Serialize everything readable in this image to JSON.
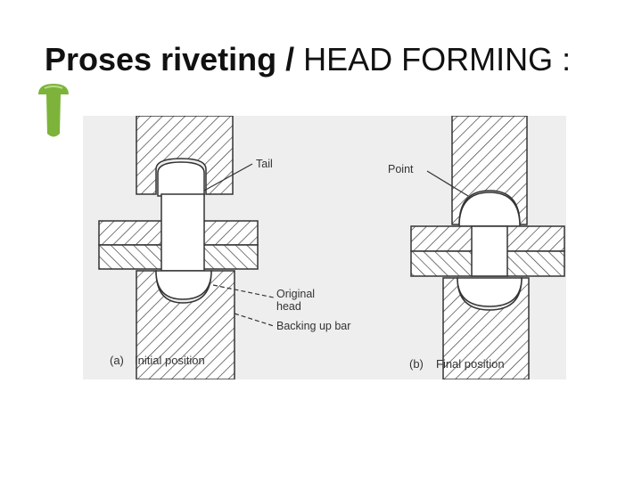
{
  "slide": {
    "title_bold": "Proses riveting /",
    "title_normal": "HEAD FORMING :",
    "bullet_icon": "green-rivet-icon",
    "bullet_color": "#7db33b"
  },
  "figure": {
    "scan_background": "#eeeeee",
    "line_color": "#333333",
    "labels": {
      "tail": "Tail",
      "point": "Point",
      "original_head_line1": "Original",
      "original_head_line2": "head",
      "backing_up_bar": "Backing up bar"
    },
    "captions": {
      "a_marker": "(a)",
      "a_text": "Initial position",
      "b_marker": "(b)",
      "b_text": "Final position"
    }
  }
}
